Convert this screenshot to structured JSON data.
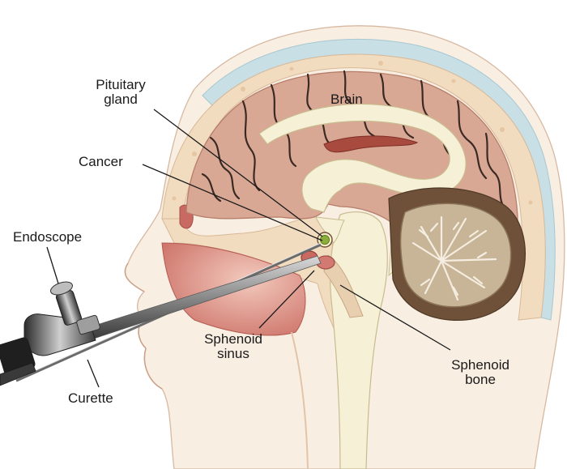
{
  "labels": {
    "pituitary_gland_line1": "Pituitary",
    "pituitary_gland_line2": "gland",
    "brain": "Brain",
    "cancer": "Cancer",
    "endoscope": "Endoscope",
    "sphenoid_sinus_line1": "Sphenoid",
    "sphenoid_sinus_line2": "sinus",
    "sphenoid_bone_line1": "Sphenoid",
    "sphenoid_bone_line2": "bone",
    "curette": "Curette"
  },
  "colors": {
    "skin": "#f8eee2",
    "skull": "#f2dcc0",
    "brain": "#d9a894",
    "ventricle": "#f5f0d6",
    "cerebellum": "#c8b598",
    "dura_dark": "#6e5138",
    "tissue_red": "#d27a72",
    "tumor": "#8cae3a",
    "metal": "#8c8c8c",
    "scalp": "#c9dfe6"
  }
}
